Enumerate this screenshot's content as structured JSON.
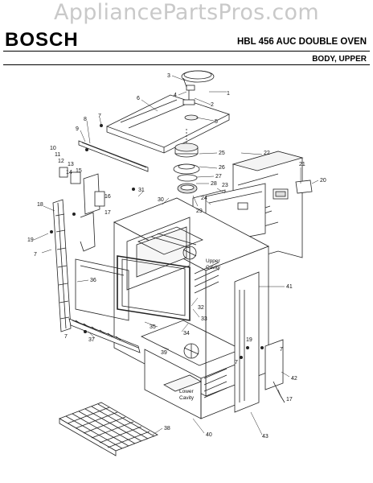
{
  "watermark": "AppliancePartsPros.com",
  "header": {
    "brand": "BOSCH",
    "model": "HBL 456 AUC DOUBLE OVEN",
    "section": "BODY, UPPER"
  },
  "cavity_labels": {
    "upper_1": "Upper",
    "upper_2": "Cavity",
    "lower_1": "Lower",
    "lower_2": "Cavity"
  },
  "part_callouts": [
    "1",
    "2",
    "3",
    "4",
    "5",
    "6",
    "7",
    "8",
    "9",
    "10",
    "11",
    "12",
    "13",
    "14",
    "15",
    "16",
    "17",
    "18",
    "19",
    "20",
    "21",
    "22",
    "23",
    "24",
    "25",
    "26",
    "27",
    "28",
    "29",
    "30",
    "31",
    "32",
    "33",
    "34",
    "35",
    "36",
    "37",
    "38",
    "39",
    "40",
    "41",
    "42",
    "43"
  ]
}
